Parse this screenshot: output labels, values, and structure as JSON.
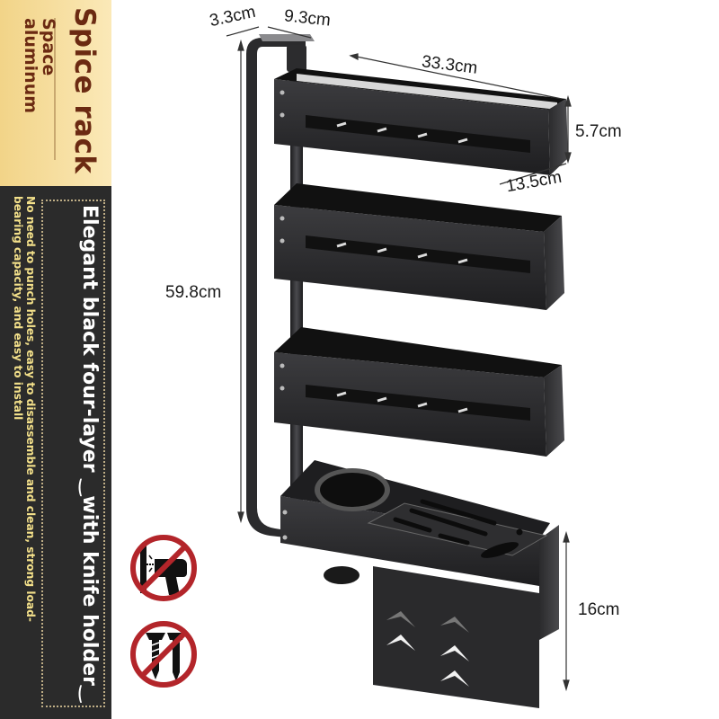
{
  "banner": {
    "title": "Spice rack",
    "subtitle": "Space aluminum",
    "headline": "Elegant black four-layer ‿with knife holder‿",
    "description": "No need to punch holes, easy to disassemble and clean, strong load-bearing capacity, and easy to install",
    "colors": {
      "top_bg": "#f7e0a4",
      "title_text": "#6b2a12",
      "bottom_bg": "#2b2b2b",
      "headline_text": "#ffffff",
      "description_text": "#f3e08a"
    }
  },
  "icons": [
    {
      "name": "no-drill-icon",
      "meaning": "No drilling"
    },
    {
      "name": "no-screw-icon",
      "meaning": "No screws"
    }
  ],
  "dimensions": {
    "bracket_depth": "3.3cm",
    "bracket_width": "9.3cm",
    "shelf_length": "33.3cm",
    "shelf_height": "5.7cm",
    "shelf_depth": "13.5cm",
    "total_height": "59.8cm",
    "knife_holder_height": "16cm"
  },
  "product": {
    "shelf_count": 3,
    "has_knife_holder": true,
    "color": "#2a2a2c"
  }
}
